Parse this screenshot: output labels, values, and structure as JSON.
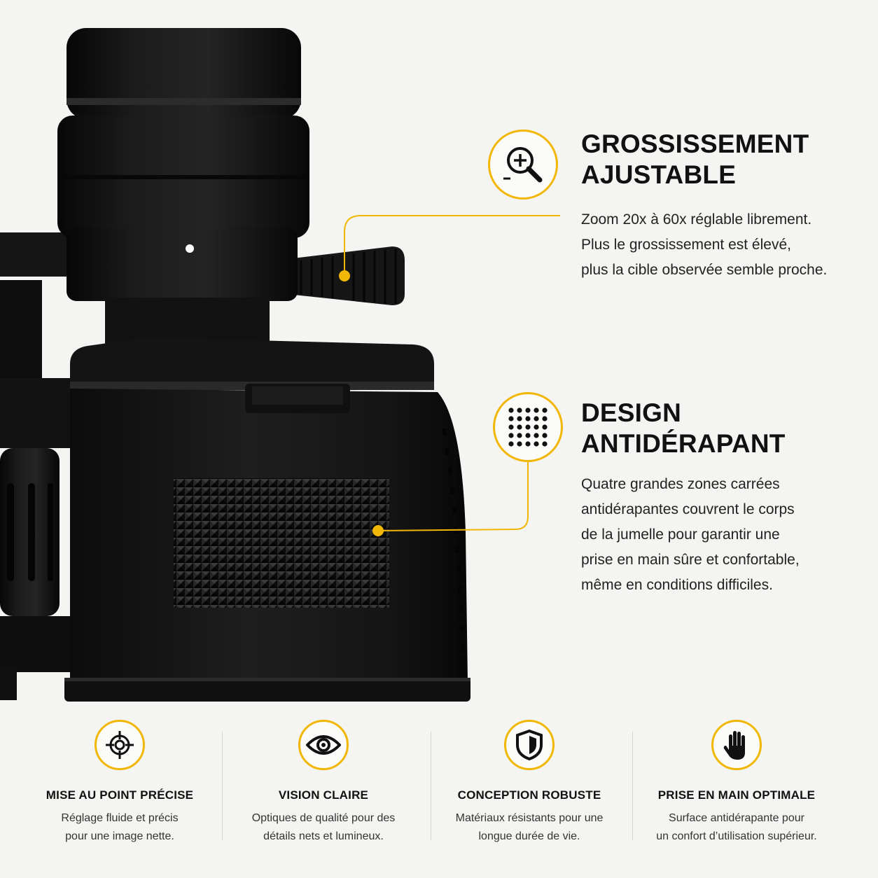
{
  "features": [
    {
      "icon": "zoom-plus-minus-icon",
      "title_lines": [
        "GROSSISSEMENT",
        "AJUSTABLE"
      ],
      "text_lines": [
        "Zoom 20x à 60x réglable librement.",
        "Plus le grossissement est élevé,",
        "plus la cible observée semble proche."
      ]
    },
    {
      "icon": "dot-grid-icon",
      "title_lines": [
        "DESIGN",
        "ANTIDÉRAPANT"
      ],
      "text_lines": [
        "Quatre grandes zones carrées",
        "antidérapantes couvrent le corps",
        "de la jumelle pour garantir une",
        "prise en main sûre et confortable,",
        "même en conditions difficiles."
      ]
    }
  ],
  "bottom": [
    {
      "icon": "crosshair-icon",
      "title": "MISE AU POINT PRÉCISE",
      "text_lines": [
        "Réglage fluide et précis",
        "pour une image nette."
      ]
    },
    {
      "icon": "eye-icon",
      "title": "VISION CLAIRE",
      "text_lines": [
        "Optiques de qualité pour des",
        "détails nets et lumineux."
      ]
    },
    {
      "icon": "shield-icon",
      "title": "CONCEPTION ROBUSTE",
      "text_lines": [
        "Matériaux résistants pour une",
        "longue durée de vie."
      ]
    },
    {
      "icon": "hand-icon",
      "title": "PRISE EN MAIN OPTIMALE",
      "text_lines": [
        "Surface antidérapante pour",
        "un confort d’utilisation supérieur."
      ]
    }
  ],
  "colors": {
    "accent": "#f2b705",
    "background": "#f4f4f2",
    "product": "#141414",
    "text": "#1a1a1a"
  }
}
